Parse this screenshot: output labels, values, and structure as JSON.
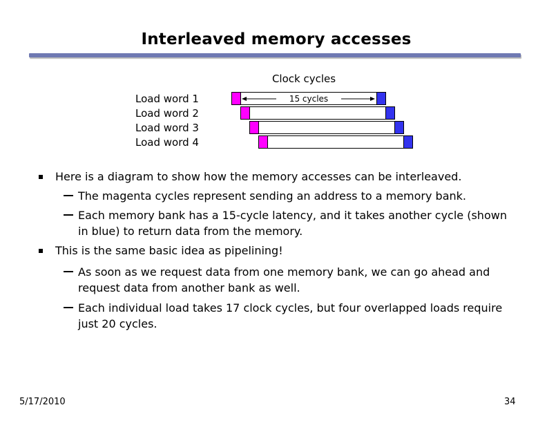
{
  "slide": {
    "title": "Interleaved memory accesses",
    "date": "5/17/2010",
    "page_number": "34"
  },
  "diagram": {
    "clock_label": "Clock cycles",
    "cycles_annotation": "15 cycles",
    "rows": [
      "Load word 1",
      "Load word 2",
      "Load word 3",
      "Load word 4"
    ],
    "colors": {
      "address_cycle": "#ff00ff",
      "data_cycle": "#3333ee",
      "title_rule": "#6f79b2"
    }
  },
  "bullets": [
    {
      "text": "Here is a diagram to show how the memory accesses can be interleaved.",
      "subs": [
        "The magenta cycles represent sending an address to a memory bank.",
        "Each memory bank has a 15-cycle latency, and it takes another cycle (shown in blue) to return data from the memory."
      ]
    },
    {
      "text": "This is the same basic idea as pipelining!",
      "subs": [
        "As soon as we request data from one memory bank, we can go ahead and request data from another bank as well.",
        "Each individual load takes 17 clock cycles, but four overlapped loads require just 20 cycles."
      ]
    }
  ]
}
